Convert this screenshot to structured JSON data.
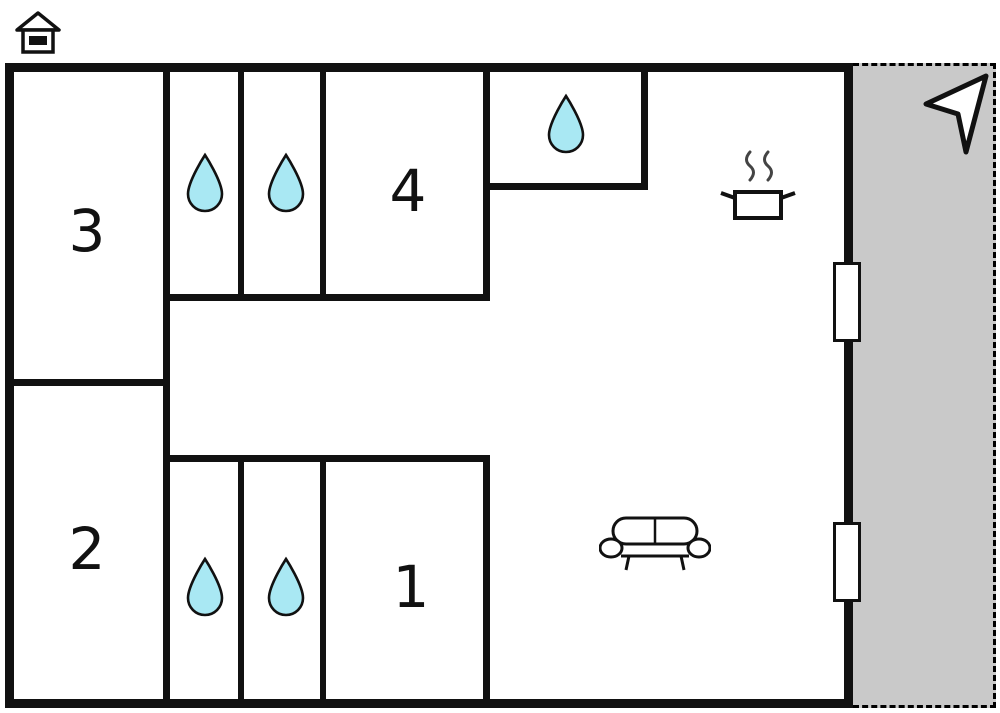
{
  "diagram": {
    "type": "floor-plan",
    "rooms": {
      "r1": {
        "label": "1"
      },
      "r2": {
        "label": "2"
      },
      "r3": {
        "label": "3"
      },
      "r4": {
        "label": "4"
      }
    },
    "features": {
      "water_drop_icons": 5,
      "stove_icon": 1,
      "sofa_icon": 1,
      "windows_on_right_wall": 2,
      "north_arrow": 1,
      "house_icon": 1,
      "terrace_area": "right side, dashed outline"
    },
    "colors": {
      "wall": "#111111",
      "water_fill": "#a9e8f3",
      "terrace_fill": "#c9c9c9",
      "background": "#ffffff"
    }
  }
}
